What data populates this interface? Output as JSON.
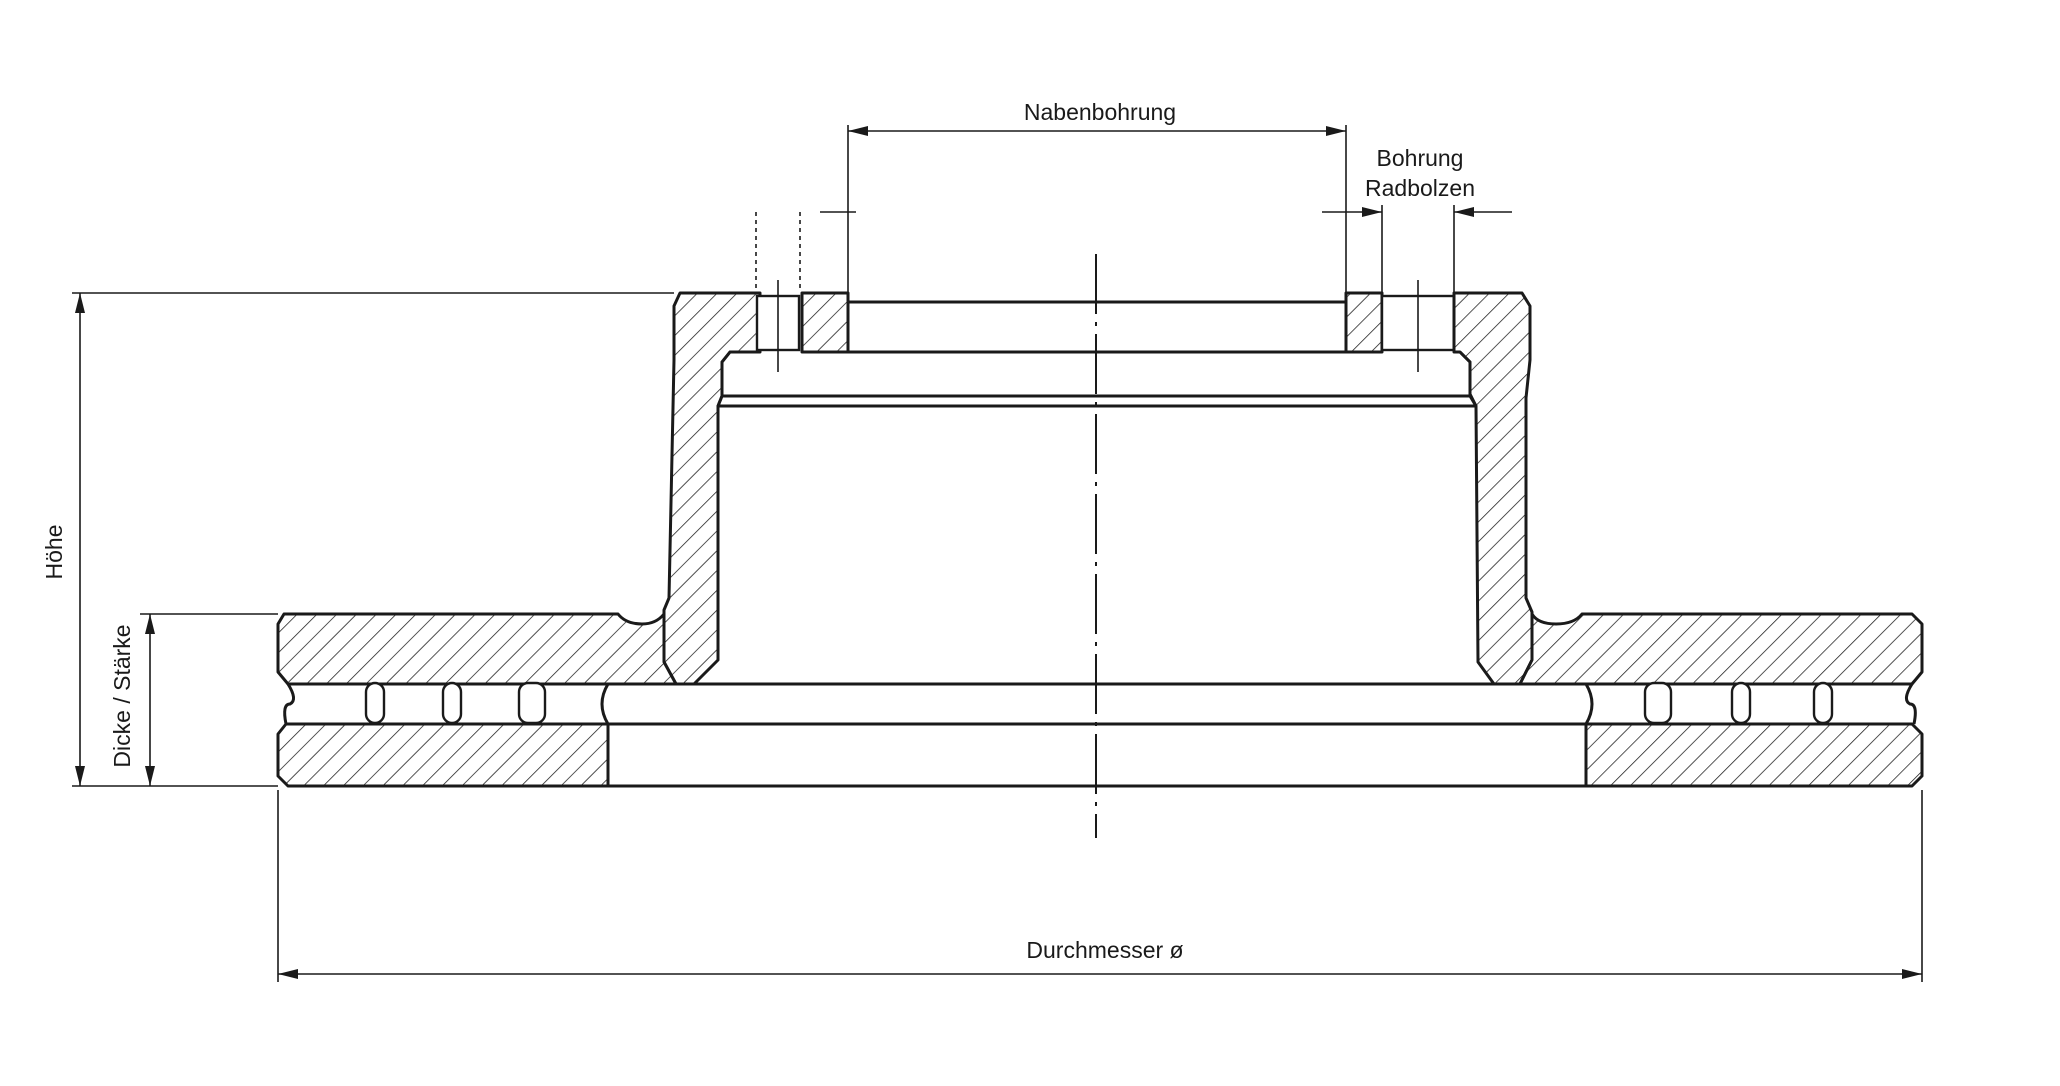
{
  "labels": {
    "bore": "Nabenbohrung",
    "bolt_hole_line1": "Bohrung",
    "bolt_hole_line2": "Radbolzen",
    "height": "Höhe",
    "thickness": "Dicke / Stärke",
    "diameter": "Durchmesser ø"
  },
  "colors": {
    "line": "#1a1a1a",
    "background": "#ffffff"
  }
}
